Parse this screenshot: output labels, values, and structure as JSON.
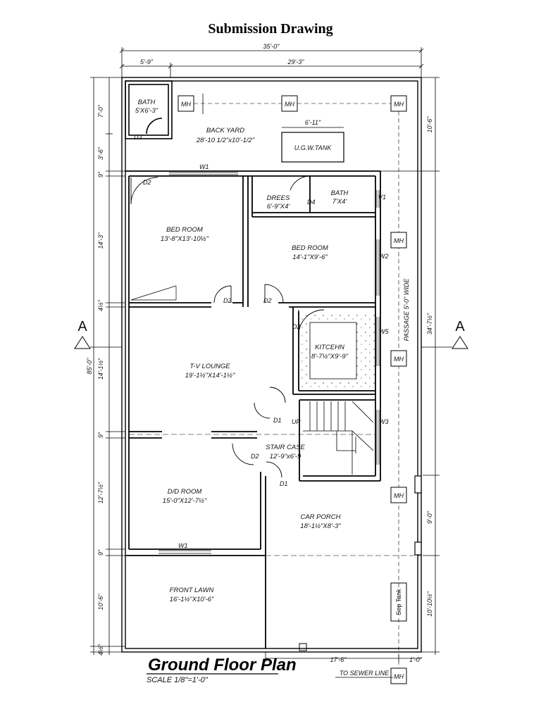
{
  "page_title": "Submission Drawing",
  "drawing_title": "Ground Floor Plan",
  "scale": "SCALE 1/8\"=1'-0\"",
  "dimensions": {
    "overall_width": "35'-0\"",
    "left_part": "5'-9\"",
    "right_part": "29'-3\"",
    "tank_width": "6'-11\"",
    "overall_depth": "85'-0\"",
    "right_depth_1": "10'-6\"",
    "right_depth_2": "34'-7½\"",
    "right_depth_3": "9'-0\"",
    "right_depth_4": "10'-10½\"",
    "left_segments": [
      "7'-0\"",
      "3'-6\"",
      "9\"",
      "14'-3\"",
      "4½\"",
      "14'-1½\"",
      "9\"",
      "12'-7½\"",
      "9\"",
      "10'-6\"",
      "4½\""
    ],
    "bottom_1": "17'-6\"",
    "bottom_2": "1'-0\""
  },
  "rooms": {
    "bath_top": {
      "name": "BATH",
      "size": "5'X6'-3\""
    },
    "back_yard": {
      "name": "BACK YARD",
      "size": "28'-10 1/2\"x10'-1/2\""
    },
    "ugw_tank": "U.G.W.TANK",
    "bedroom_left": {
      "name": "BED ROOM",
      "size": "13'-8\"X13'-10½\""
    },
    "dress": {
      "name": "DREES",
      "size": "6'-9\"X4'"
    },
    "bath_right": {
      "name": "BATH",
      "size": "7'X4'"
    },
    "bedroom_right": {
      "name": "BED ROOM",
      "size": "14'-1\"X9'-6\""
    },
    "passage": "PASSAGE 5'-0\" WIDE",
    "tv_lounge": {
      "name": "T-V LOUNGE",
      "size": "19'-1½\"X14'-1½\""
    },
    "kitchen": {
      "name": "KITCEHN",
      "size": "8'-7½\"X9'-9\""
    },
    "stair_case": {
      "name": "STAIR CASE",
      "size": "12'-9\"x6'-9"
    },
    "dd_room": {
      "name": "D/D ROOM",
      "size": "15'-0\"X12'-7½\""
    },
    "car_porch": {
      "name": "CAR PORCH",
      "size": "18'-1½\"X8'-3\""
    },
    "front_lawn": {
      "name": "FRONT LAWN",
      "size": "16'-1½\"X10'-6\""
    },
    "sep_tank": "Sep Tank"
  },
  "tags": {
    "mh": "MH",
    "d1": "D1",
    "d2": "D2",
    "d3": "D3",
    "d4": "D4",
    "w1": "W1",
    "w2": "W2",
    "w3": "W3",
    "w5": "W5",
    "v1": "V1",
    "up": "UP",
    "section": "A",
    "sewer": "TO SEWER LINE"
  }
}
